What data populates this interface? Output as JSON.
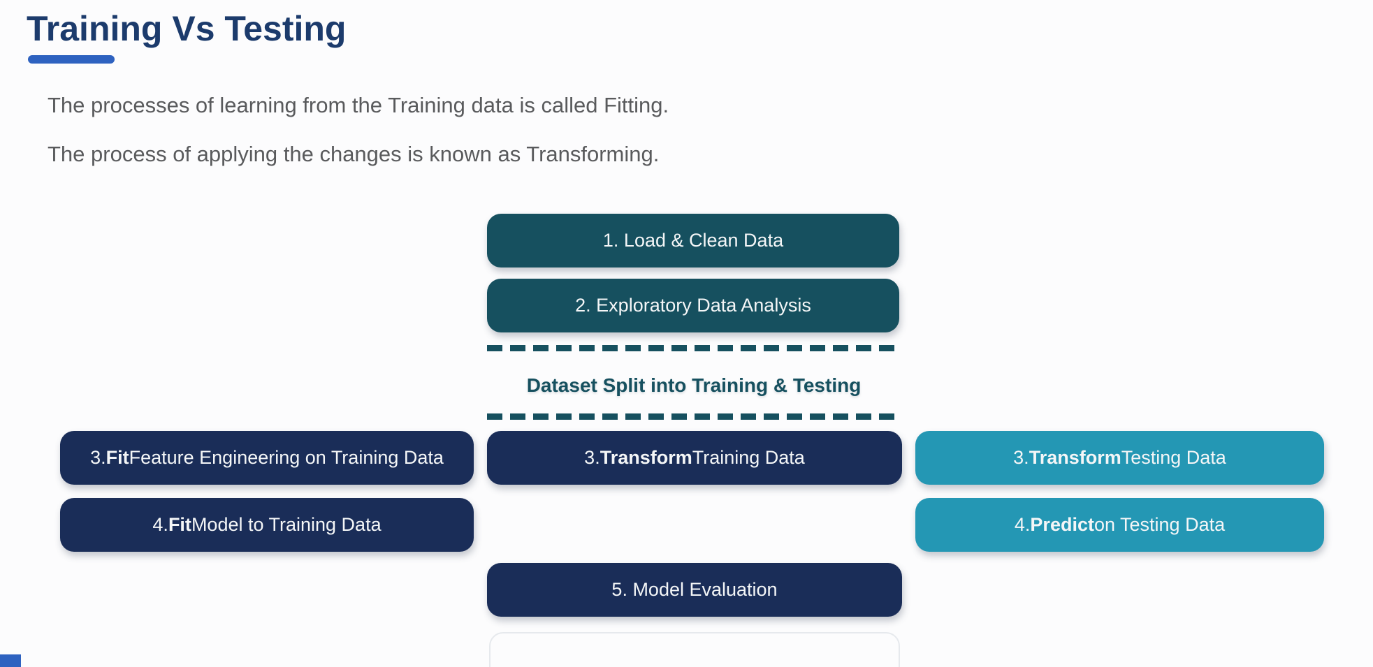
{
  "slide": {
    "title": "Training Vs Testing",
    "intro_lines": [
      "The processes of learning from the Training data is called Fitting.",
      "The process of applying the changes is known as Transforming."
    ]
  },
  "colors": {
    "background": "#fcfcfd",
    "title_text": "#1c3b6c",
    "title_accent": "#2e62c0",
    "body_text": "#595a5c",
    "dark_teal": "#16505f",
    "navy": "#1a2d58",
    "teal": "#2497b4",
    "box_text": "#f4f6f7"
  },
  "flow": {
    "split_label": "Dataset Split into Training & Testing",
    "boxes": [
      {
        "name": "load-clean-data",
        "segments": [
          {
            "text": "1. Load & Clean Data",
            "bold": false
          }
        ]
      },
      {
        "name": "exploratory-data-analysis",
        "segments": [
          {
            "text": "2. Exploratory Data Analysis",
            "bold": false
          }
        ]
      },
      {
        "name": "fit-feature-engineering",
        "segments": [
          {
            "text": "3. ",
            "bold": false
          },
          {
            "text": "Fit",
            "bold": true
          },
          {
            "text": " Feature Engineering on Training Data",
            "bold": false
          }
        ]
      },
      {
        "name": "transform-training-data",
        "segments": [
          {
            "text": "3. ",
            "bold": false
          },
          {
            "text": "Transform",
            "bold": true
          },
          {
            "text": " Training Data",
            "bold": false
          }
        ]
      },
      {
        "name": "transform-testing-data",
        "segments": [
          {
            "text": "3. ",
            "bold": false
          },
          {
            "text": "Transform",
            "bold": true
          },
          {
            "text": " Testing Data",
            "bold": false
          }
        ]
      },
      {
        "name": "fit-model-to-training-data",
        "segments": [
          {
            "text": "4. ",
            "bold": false
          },
          {
            "text": "Fit",
            "bold": true
          },
          {
            "text": " Model to Training Data",
            "bold": false
          }
        ]
      },
      {
        "name": "predict-on-testing-data",
        "segments": [
          {
            "text": "4. ",
            "bold": false
          },
          {
            "text": "Predict",
            "bold": true
          },
          {
            "text": " on Testing Data",
            "bold": false
          }
        ]
      },
      {
        "name": "model-evaluation",
        "segments": [
          {
            "text": "5. Model Evaluation",
            "bold": false
          }
        ]
      }
    ]
  }
}
